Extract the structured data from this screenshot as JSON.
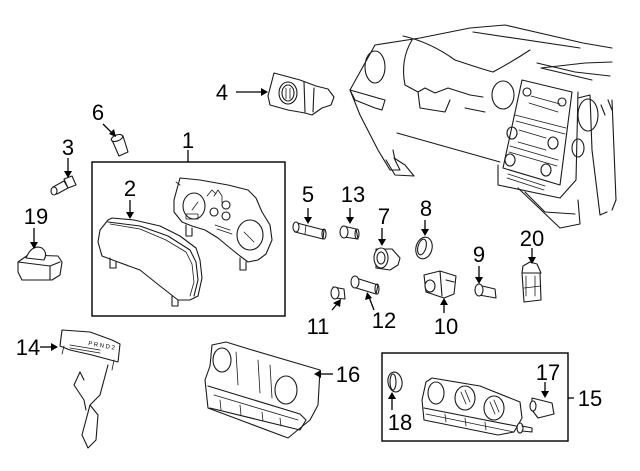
{
  "diagram": {
    "type": "exploded parts diagram",
    "subject": "Instrument panel cluster and climate control components",
    "callouts": [
      {
        "id": "1",
        "part": "instrument-cluster-assembly"
      },
      {
        "id": "2",
        "part": "cluster-lens"
      },
      {
        "id": "3",
        "part": "bulb-socket"
      },
      {
        "id": "4",
        "part": "headlamp-switch"
      },
      {
        "id": "5",
        "part": "bulb"
      },
      {
        "id": "6",
        "part": "knob"
      },
      {
        "id": "7",
        "part": "knob"
      },
      {
        "id": "8",
        "part": "knob"
      },
      {
        "id": "9",
        "part": "bulb"
      },
      {
        "id": "10",
        "part": "switch"
      },
      {
        "id": "11",
        "part": "bulb"
      },
      {
        "id": "12",
        "part": "bulb"
      },
      {
        "id": "13",
        "part": "bulb"
      },
      {
        "id": "14",
        "part": "shift-indicator"
      },
      {
        "id": "15",
        "part": "climate-control-assembly"
      },
      {
        "id": "16",
        "part": "climate-control-bezel"
      },
      {
        "id": "17",
        "part": "switch"
      },
      {
        "id": "18",
        "part": "knob"
      },
      {
        "id": "19",
        "part": "sensor"
      },
      {
        "id": "20",
        "part": "switch"
      }
    ],
    "shift_indicator_text": "P R N D 2"
  }
}
